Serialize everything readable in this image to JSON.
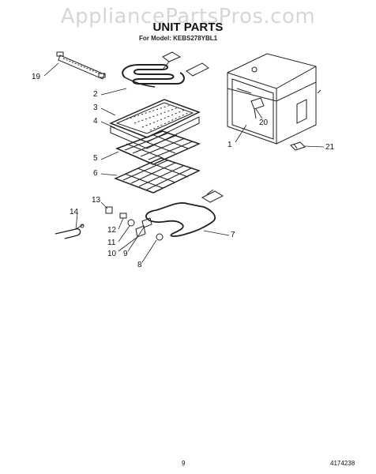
{
  "watermark": "AppliancePartsPros.com",
  "title": "UNIT PARTS",
  "model": "For Model: KEBS278YBL1",
  "callouts": {
    "c1": "1",
    "c2": "2",
    "c3": "3",
    "c4": "4",
    "c5": "5",
    "c6": "6",
    "c7": "7",
    "c8": "8",
    "c9": "9",
    "c10": "10",
    "c11": "11",
    "c12": "12",
    "c13": "13",
    "c14": "14",
    "c19": "19",
    "c20": "20",
    "c21": "21"
  },
  "page_number": "9",
  "document_number": "4174238"
}
